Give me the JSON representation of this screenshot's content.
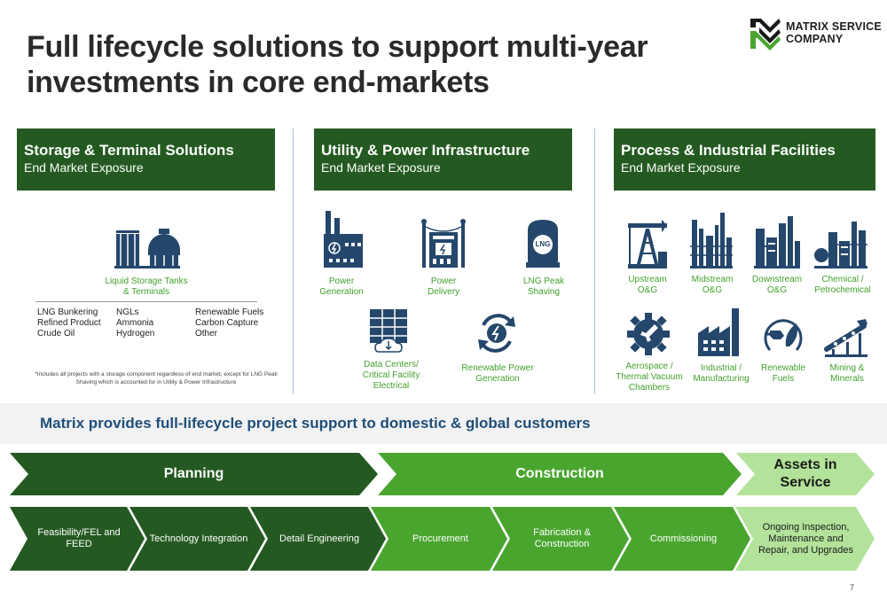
{
  "title": "Full lifecycle solutions to support multi-year investments in core end-markets",
  "logo": {
    "line1": "MATRIX SERVICE",
    "line2": "COMPANY"
  },
  "columns": [
    {
      "title": "Storage & Terminal Solutions",
      "subtitle": "End Market Exposure",
      "main_label": "Liquid Storage Tanks & Terminals",
      "list_col1": [
        "LNG Bunkering",
        "Refined Product",
        "Crude Oil"
      ],
      "list_col2": [
        "NGLs",
        "Ammonia",
        "Hydrogen"
      ],
      "list_col3": [
        "Renewable Fuels",
        "Carbon Capture",
        "Other"
      ],
      "footnote": "*Includes all projects with a storage component regardless of end market, except for LNG Peak Shaving which is accounted for in Utility & Power Infrastructure"
    },
    {
      "title": "Utility & Power Infrastructure",
      "subtitle": "End Market Exposure",
      "items": [
        "Power Generation",
        "Power Delivery",
        "LNG Peak Shaving",
        "Data Centers/ Critical Facility Electrical",
        "Renewable Power Generation"
      ]
    },
    {
      "title": "Process & Industrial Facilities",
      "subtitle": "End Market Exposure",
      "items": [
        "Upstream O&G",
        "Midstream O&G",
        "Downstream O&G",
        "Chemical / Petrochemical",
        "Aerospace / Thermal Vacuum Chambers",
        "Industrial / Manufacturing",
        "Renewable Fuels",
        "Mining & Minerals"
      ]
    }
  ],
  "lng_badge": "LNG",
  "band_text": "Matrix provides full-lifecycle project support to domestic & global customers",
  "phases": {
    "planning": "Planning",
    "construction": "Construction",
    "assets": "Assets in Service"
  },
  "steps": [
    "Feasibility/FEL and FEED",
    "Technology Integration",
    "Detail Engineering",
    "Procurement",
    "Fabrication & Construction",
    "Commissioning",
    "Ongoing Inspection, Maintenance and Repair, and Upgrades"
  ],
  "page_number": "7",
  "colors": {
    "dark_green": "#245a21",
    "mid_green": "#4aa52f",
    "light_green": "#b3e29a",
    "icon_navy": "#24476b",
    "label_green": "#43a02e",
    "band_blue": "#1f4e79"
  },
  "icons": [
    "logo-icon",
    "storage-tank-icon",
    "power-plant-icon",
    "power-delivery-icon",
    "lng-tank-icon",
    "data-center-icon",
    "renewable-power-icon",
    "oil-pump-icon",
    "midstream-refinery-icon",
    "downstream-refinery-icon",
    "chemical-plant-icon",
    "aerospace-gear-icon",
    "factory-icon",
    "biofuel-nozzle-icon",
    "conveyor-icon"
  ]
}
